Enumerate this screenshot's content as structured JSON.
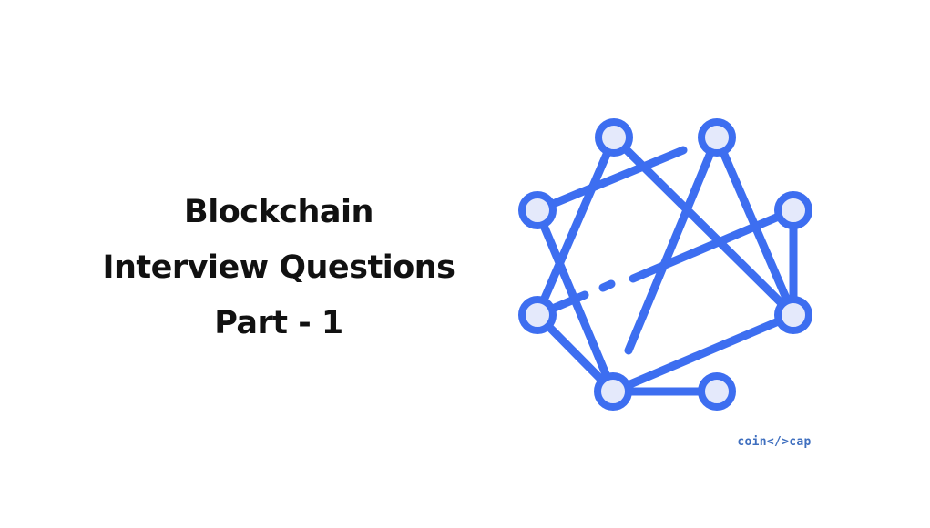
{
  "title": {
    "line1": "Blockchain",
    "line2": "Interview Questions",
    "line3": "Part - 1"
  },
  "illustration": {
    "icon": "blockchain-network-icon",
    "stroke_color": "#3d6ef0",
    "node_fill": "#e4e9fb"
  },
  "brand": {
    "text": "coin</>cap",
    "color": "#3f6fbf"
  }
}
